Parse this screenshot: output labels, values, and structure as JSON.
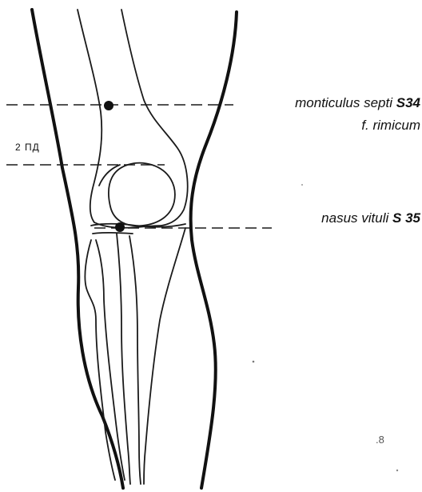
{
  "points": [
    {
      "name": "monticulus septi",
      "code": "S34",
      "extra": "f. rimicum"
    },
    {
      "name": "nasus vituli",
      "code": "S 35"
    }
  ],
  "distance_label": "2 ПД",
  "corner_mark": ".8"
}
